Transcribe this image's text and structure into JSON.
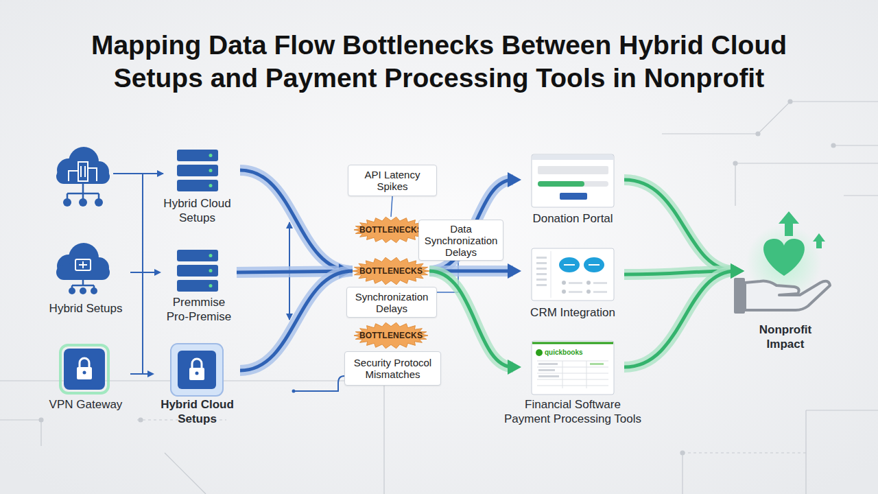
{
  "diagram": {
    "title": "Mapping Data Flow Bottlenecks Between Hybrid Cloud Setups and Payment Processing Tools in Nonprofit",
    "nodes": [
      {
        "text": [
          "Hybrid Setups"
        ]
      },
      {
        "text": [
          "VPN Gateway"
        ]
      },
      {
        "text": [
          "Hybrid Cloud Setups"
        ]
      },
      {
        "text": [
          "Premmise Pro-Premise"
        ]
      },
      {
        "text": [
          "Hybrid Cloud Setups"
        ]
      },
      {
        "text": [
          "API Latency Spikes"
        ]
      },
      {
        "text": [
          "BOTTLENECKS"
        ]
      },
      {
        "text": [
          "Data Synchronization Delays"
        ]
      },
      {
        "text": [
          "BOTTLENECKS"
        ]
      },
      {
        "text": [
          "Synchronization Delays"
        ]
      },
      {
        "text": [
          "BOTTLENECKS"
        ]
      },
      {
        "text": [
          "Security Protocol Mismatches"
        ]
      },
      {
        "text": [
          "Donation Portal"
        ]
      },
      {
        "text": [
          "CRM Integration"
        ]
      },
      {
        "text": [
          "Financial Software Payment Processing Tools"
        ]
      },
      {
        "text": [
          "Nonprofit Impact"
        ]
      }
    ],
    "edges": [
      {
        "from": 0,
        "to": 3,
        "arrow": "to"
      },
      {
        "from": 1,
        "to": 4,
        "arrow": "to"
      },
      {
        "from": 2,
        "to": 8,
        "arrow": "none"
      },
      {
        "from": 3,
        "to": 8,
        "arrow": "to"
      },
      {
        "from": 4,
        "to": 8,
        "arrow": "none"
      },
      {
        "from": 5,
        "to": 6,
        "arrow": "none"
      },
      {
        "from": 7,
        "to": 9,
        "arrow": "none"
      },
      {
        "from": 8,
        "to": 12,
        "arrow": "to"
      },
      {
        "from": 8,
        "to": 13,
        "arrow": "to"
      },
      {
        "from": 8,
        "to": 14,
        "arrow": "to"
      },
      {
        "from": 12,
        "to": 15,
        "arrow": "to"
      },
      {
        "from": 13,
        "to": 15,
        "arrow": "to"
      },
      {
        "from": 14,
        "to": 15,
        "arrow": "to"
      }
    ],
    "labels": [
      "quickbooks"
    ]
  }
}
